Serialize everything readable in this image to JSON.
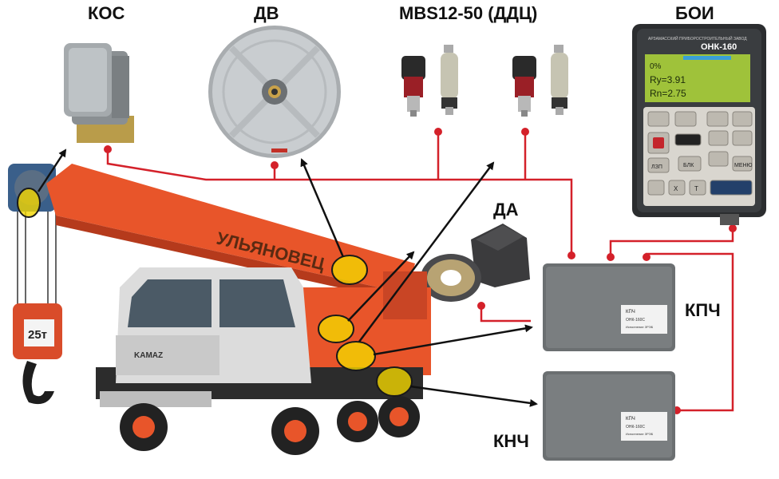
{
  "labels": {
    "kos": "КОС",
    "dv": "ДВ",
    "mbs": "MBS12-50 (ДДЦ)",
    "boi": "БОИ",
    "da": "ДА",
    "kpch": "КПЧ",
    "knch": "КНЧ"
  },
  "crane": {
    "boom_text": "УЛЬЯНОВЕЦ",
    "hook_text": "25т",
    "brand": "KAMAZ"
  },
  "boi_device": {
    "maker": "АРЗАМАССКИЙ ПРИБОРОСТРОИТЕЛЬНЫЙ ЗАВОД",
    "model": "ОНК-160",
    "screen_line1": "0%",
    "screen_line2": "Ry=3.91",
    "screen_line3": "Rn=2.75",
    "btn_blk": "БЛК",
    "btn_menu": "МЕНЮ",
    "btn_x": "Х",
    "btn_t": "Т",
    "btn_lzp": "ЛЗП"
  },
  "box_label": {
    "title": "КПЧ",
    "sub": "ОНК-160С",
    "ver": "Исполнение ЗРЭБ"
  },
  "colors": {
    "cable": "#d4212a",
    "crane_orange": "#e8552a",
    "highlight": "#f2d600",
    "box_grey": "#6f7375"
  }
}
